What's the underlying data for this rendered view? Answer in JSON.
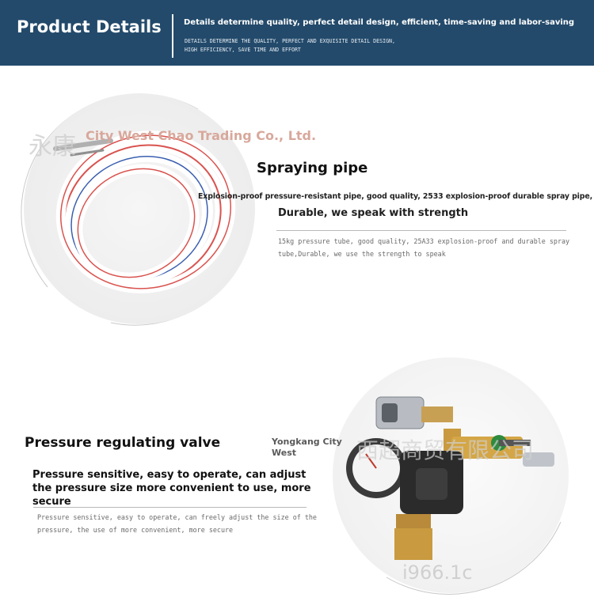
{
  "header": {
    "title": "Product Details",
    "tagline": "Details determine quality, perfect detail design, efficient, time-saving and labor-saving",
    "sub_line1": "DETAILS DETERMINE THE QUALITY, PERFECT AND EXQUISITE DETAIL DESIGN,",
    "sub_line2": "HIGH EFFICIENCY, SAVE TIME AND EFFORT",
    "color": "#234a6b"
  },
  "watermarks": {
    "cn_mark": "永康",
    "company": "City West Chao Trading Co., Ltd.",
    "right_mark": "西超商贸有限公司",
    "bottom_mark": "i966.1c"
  },
  "spraying_pipe": {
    "title": "Spraying pipe",
    "description": "Explosion-proof pressure-resistant pipe, good quality, 2533 explosion-proof durable spray pipe,",
    "subtitle": "Durable, we speak with strength",
    "small_text": "15kg pressure tube, good quality, 25A33 explosion-proof and durable spray tube,Durable, we use the strength to speak",
    "image_icon": "hose-coil-image"
  },
  "pressure_valve": {
    "title": "Pressure regulating valve",
    "city_label": "Yongkang City West",
    "description": "Pressure sensitive, easy to operate, can adjust the pressure size more convenient to use, more secure",
    "small_text": "Pressure sensitive, easy to operate, can freely adjust the size of the pressure, the use of more convenient, more secure",
    "image_icon": "pressure-valve-image"
  }
}
